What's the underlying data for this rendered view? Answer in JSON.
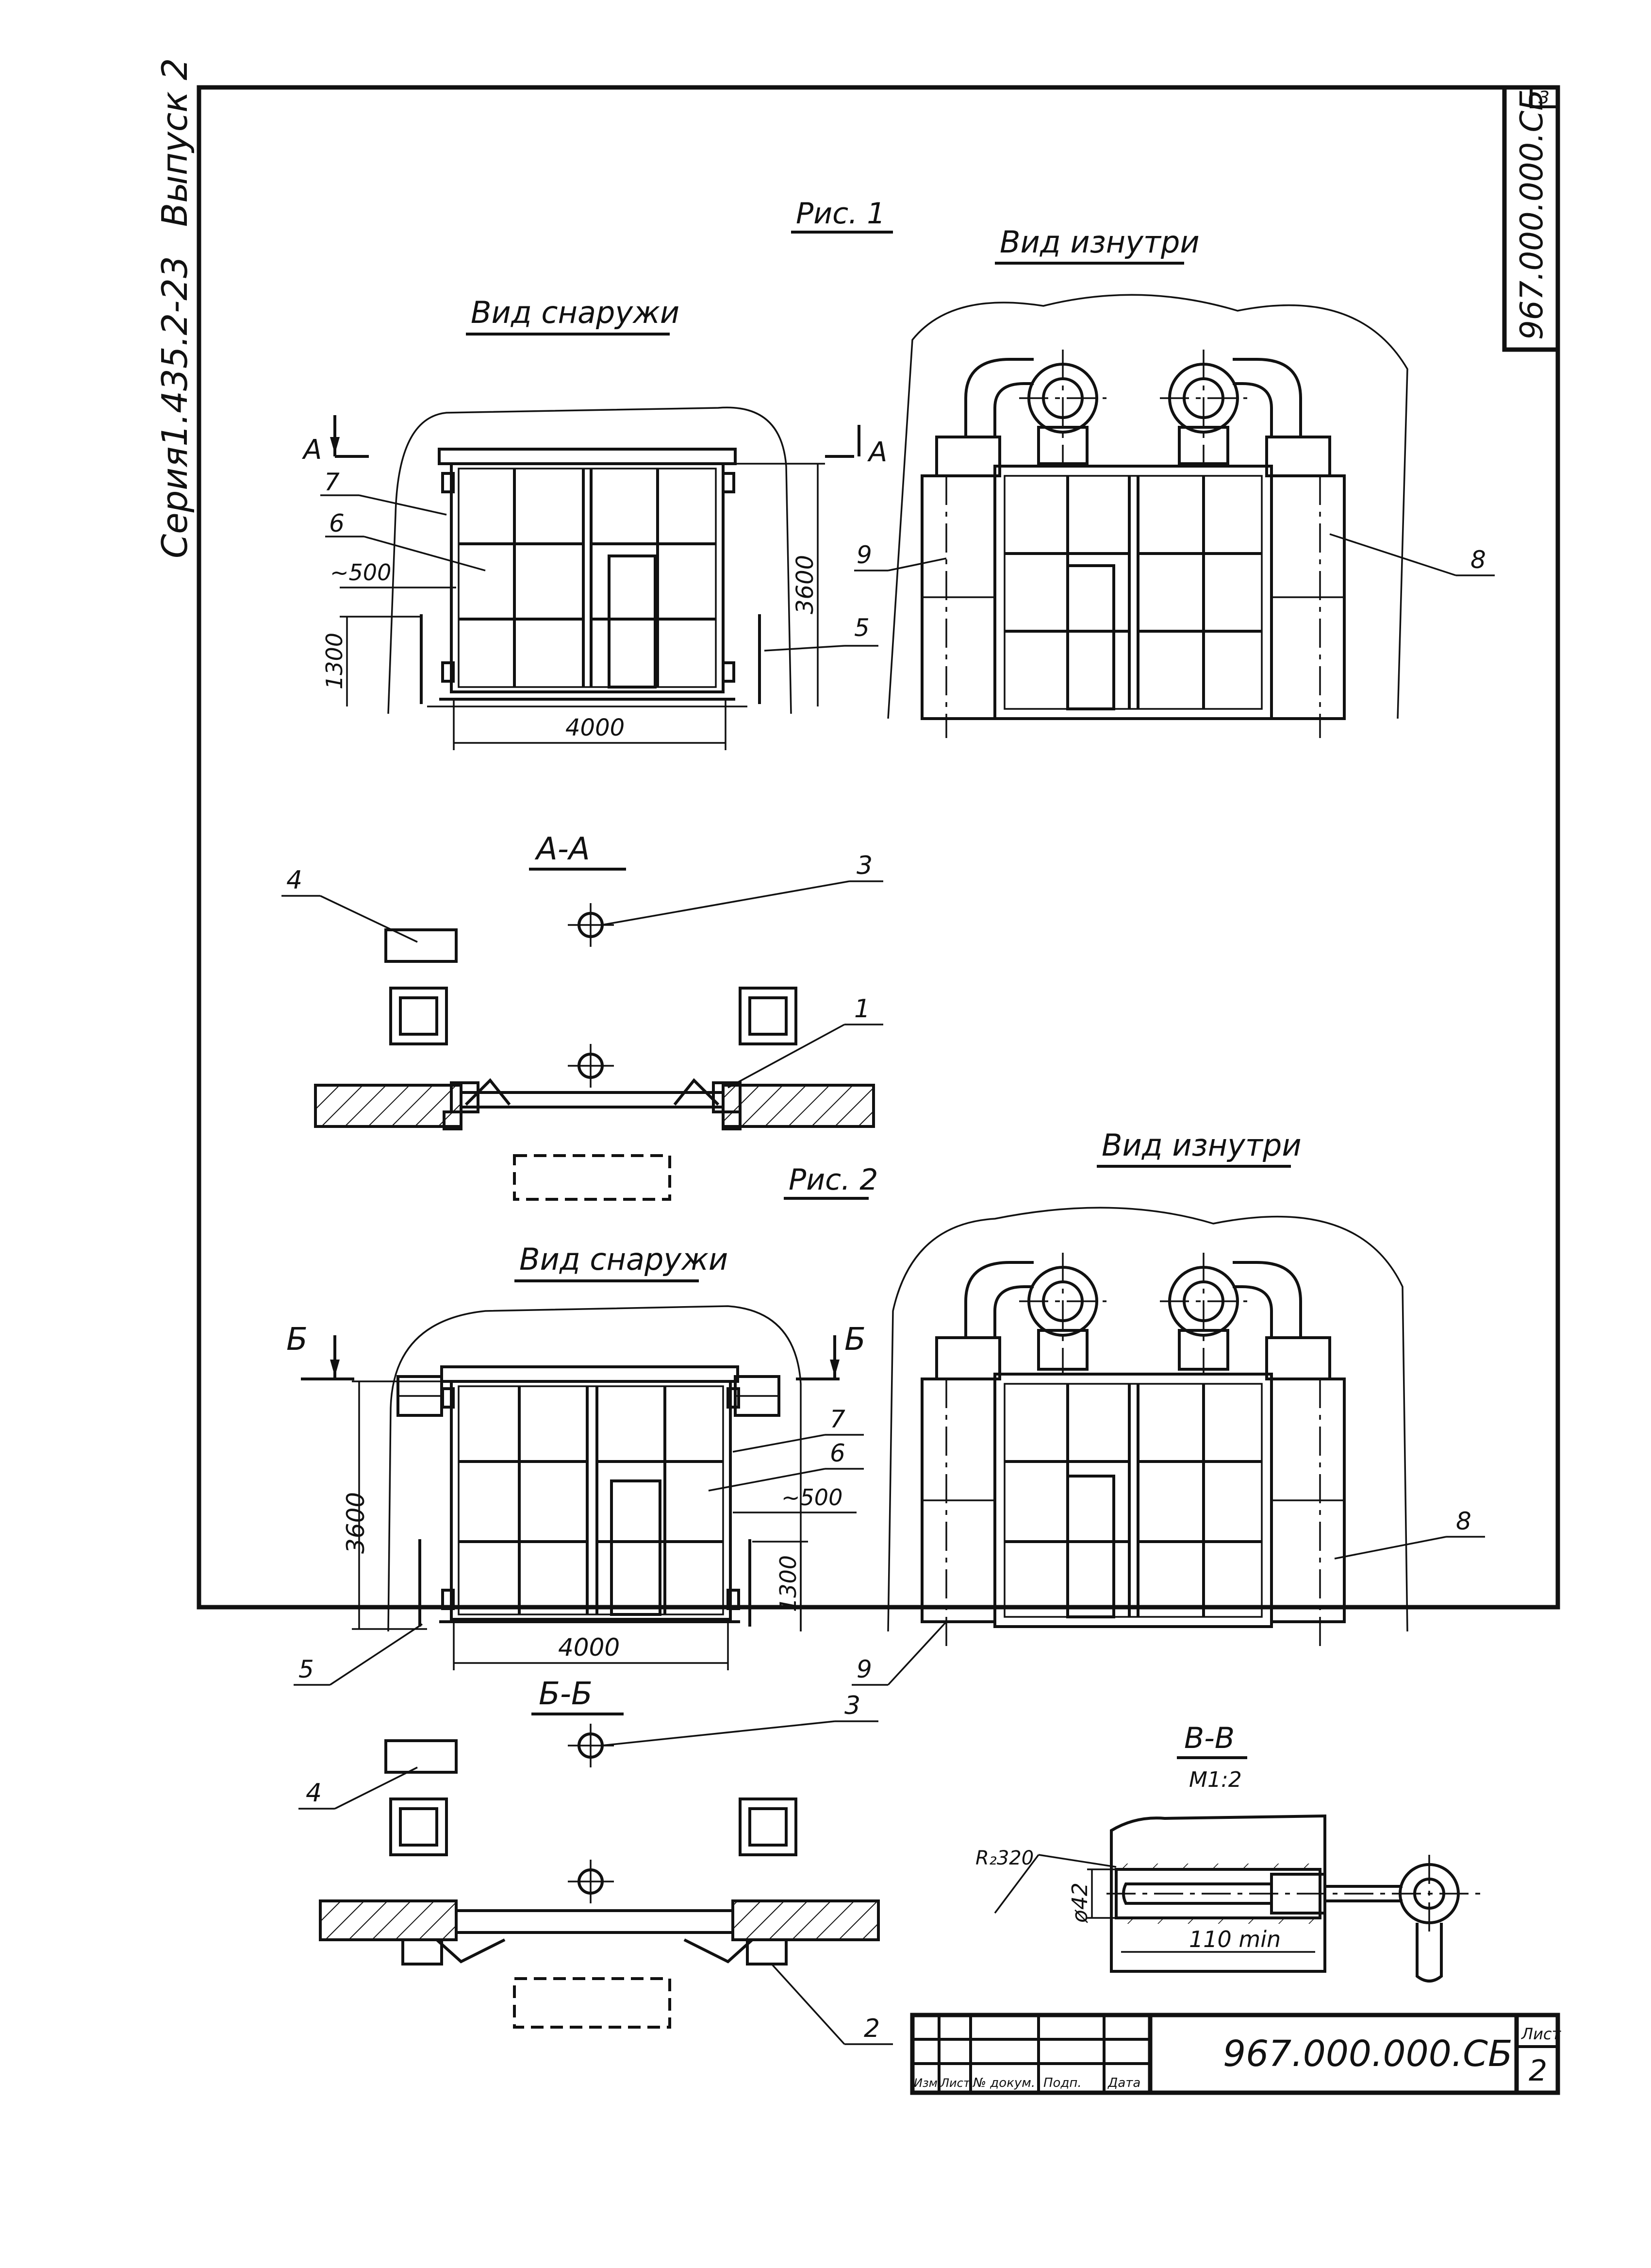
{
  "side_label": {
    "series": "Серия1.435.2-23",
    "issue": "Выпуск 2"
  },
  "corner": {
    "page_number": "3",
    "doc_code": "967.000.000.СБ"
  },
  "fig1": {
    "title": "Рис. 1",
    "outside_title": "Вид снаружи",
    "inside_title": "Вид изнутри",
    "dims": {
      "height": "3600",
      "width": "4000",
      "offset": "~500",
      "handle_height": "1300"
    },
    "section_mark": "А",
    "callouts": {
      "frame": "7",
      "leaf": "6",
      "anchor": "5",
      "duct": "9",
      "post": "8"
    }
  },
  "section_aa": {
    "title": "А-А",
    "callouts": {
      "pin": "3",
      "plate": "4",
      "bracket": "1"
    }
  },
  "fig2": {
    "title": "Рис. 2",
    "outside_title": "Вид снаружи",
    "inside_title": "Вид изнутри",
    "dims": {
      "height": "3600",
      "width": "4000",
      "offset": "~500",
      "handle_height": "1300"
    },
    "section_mark": "Б",
    "callouts": {
      "frame": "7",
      "leaf": "6",
      "anchor": "5",
      "duct": "9",
      "post": "8"
    }
  },
  "section_bb": {
    "title": "Б-Б",
    "callouts": {
      "pin": "3",
      "plate": "4",
      "bracket": "2"
    }
  },
  "section_vv": {
    "title": "В-В",
    "scale": "М1:2",
    "dims": {
      "radius": "R₂320",
      "diameter": "ø42",
      "depth": "110 min"
    }
  },
  "title_block": {
    "doc_code": "967.000.000.СБ",
    "columns": [
      "Изм",
      "Лист",
      "№ докум.",
      "Подп.",
      "Дата"
    ],
    "sheet_label": "Лист",
    "sheet_number": "2"
  }
}
